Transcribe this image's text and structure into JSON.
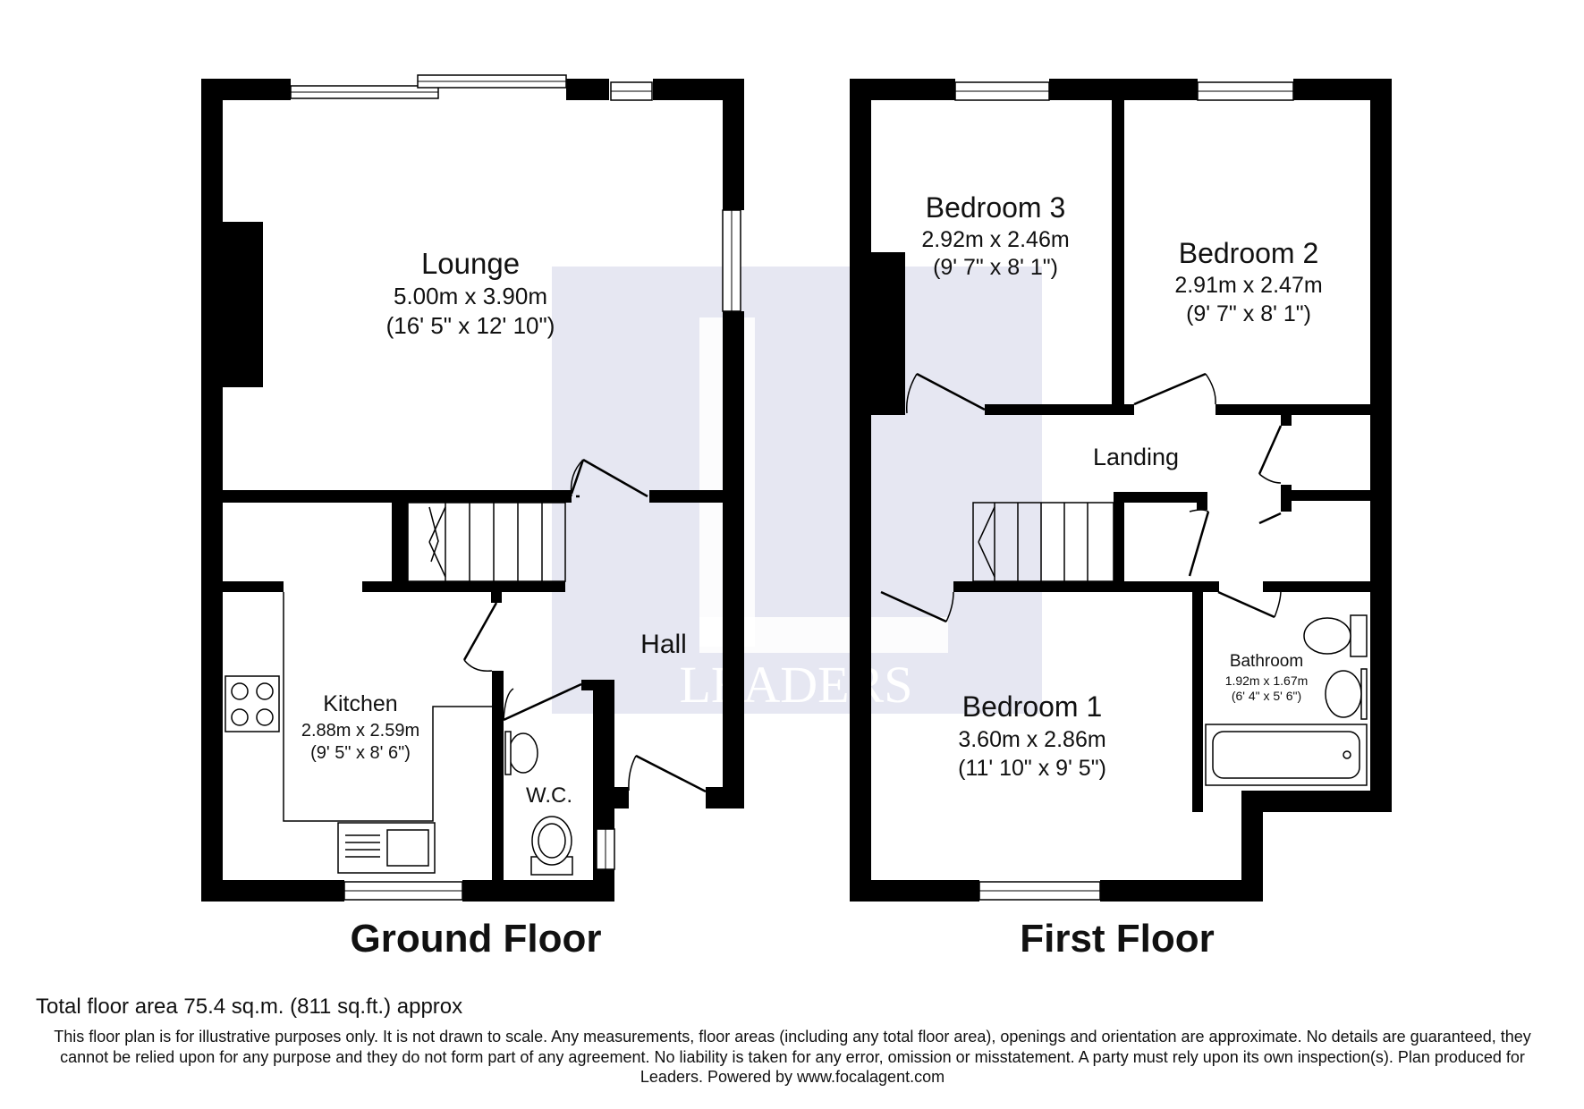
{
  "watermark": {
    "text": "LEADERS",
    "color": "#e6e7f2"
  },
  "colors": {
    "wall": "#000000",
    "watermark_panel": "#e6e7f2"
  },
  "ground_floor": {
    "title": "Ground Floor",
    "rooms": {
      "lounge": {
        "name": "Lounge",
        "metric": "5.00m x 3.90m",
        "imperial": "(16' 5\" x 12' 10\")"
      },
      "kitchen": {
        "name": "Kitchen",
        "metric": "2.88m x 2.59m",
        "imperial": "(9' 5\" x 8' 6\")"
      },
      "hall": {
        "name": "Hall"
      },
      "wc": {
        "name": "W.C."
      }
    }
  },
  "first_floor": {
    "title": "First Floor",
    "rooms": {
      "bedroom3": {
        "name": "Bedroom 3",
        "metric": "2.92m x 2.46m",
        "imperial": "(9' 7\" x 8' 1\")"
      },
      "bedroom2": {
        "name": "Bedroom 2",
        "metric": "2.91m x 2.47m",
        "imperial": "(9' 7\" x 8' 1\")"
      },
      "landing": {
        "name": "Landing"
      },
      "bedroom1": {
        "name": "Bedroom 1",
        "metric": "3.60m x 2.86m",
        "imperial": "(11' 10\" x 9' 5\")"
      },
      "bathroom": {
        "name": "Bathroom",
        "metric": "1.92m x 1.67m",
        "imperial": "(6' 4\" x 5' 6\")"
      }
    }
  },
  "footer": {
    "total_area": "Total floor area 75.4 sq.m. (811 sq.ft.) approx",
    "disclaimer": "This floor plan is for illustrative purposes only. It is not drawn to scale. Any measurements, floor areas (including any total floor area), openings and orientation are approximate. No details are guaranteed, they cannot be relied upon for any purpose and they do not form part of any agreement. No liability is taken for any error, omission or misstatement. A party must rely upon its own inspection(s). Plan produced for Leaders. Powered by www.focalagent.com"
  }
}
